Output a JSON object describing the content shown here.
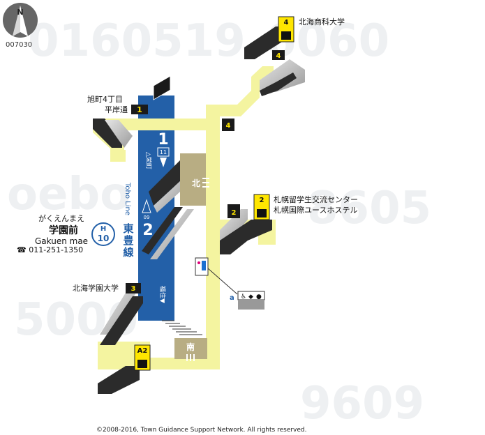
{
  "map_id": "007030",
  "compass": {
    "label": "N"
  },
  "station": {
    "furigana": "がくえんまえ",
    "name_ja": "学園前",
    "name_romaji": "Gakuen mae",
    "phone": "☎ 011-251-1350",
    "line_code": "H",
    "station_number": "10",
    "line_name_ja": "東豊線",
    "line_name_en": "Toho Line"
  },
  "platforms": {
    "north_label": "北",
    "south_label": "南",
    "track1": {
      "number": "1",
      "direction": "△栄町",
      "car": "11"
    },
    "track2": {
      "number": "2",
      "direction": "福住▼",
      "car": "09"
    }
  },
  "exits": [
    {
      "id": "1",
      "label": "旭町4丁目",
      "label2": "平岸通",
      "elevator": false
    },
    {
      "id": "2",
      "label": "札幌留学生交流センター",
      "label2": "札幌国際ユースホステル",
      "elevator": true
    },
    {
      "id": "3",
      "label": "北海学園大学",
      "elevator": false
    },
    {
      "id": "4",
      "label": "北海商科大学",
      "elevator": true
    },
    {
      "id": "A2",
      "label": "",
      "elevator": true
    }
  ],
  "facilities": {
    "toilet_marker": "a",
    "icons": [
      "restroom-icon",
      "wheelchair-icon",
      "ostomate-icon",
      "baby-icon"
    ]
  },
  "copyright": "©2008-2016, Town Guidance Support Network. All rights reserved.",
  "colors": {
    "platform_blue": "#2360a8",
    "corridor_yellow": "#f4f4a0",
    "exit_yellow": "#ffe600",
    "gate_tan": "#b8ad83",
    "stair_dark": "#2b2b2b"
  }
}
